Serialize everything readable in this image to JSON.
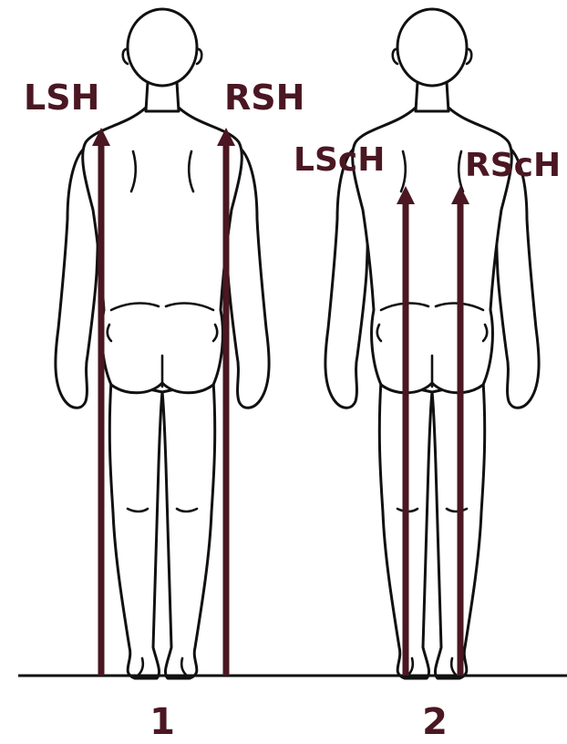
{
  "colors": {
    "accent": "#4a1722",
    "outline": "#111111",
    "ground": "#111111",
    "background": "#ffffff"
  },
  "figures": [
    {
      "number": "1",
      "markers": [
        {
          "label": "LSH"
        },
        {
          "label": "RSH"
        }
      ]
    },
    {
      "number": "2",
      "markers": [
        {
          "label": "LScH"
        },
        {
          "label": "RScH"
        }
      ]
    }
  ]
}
